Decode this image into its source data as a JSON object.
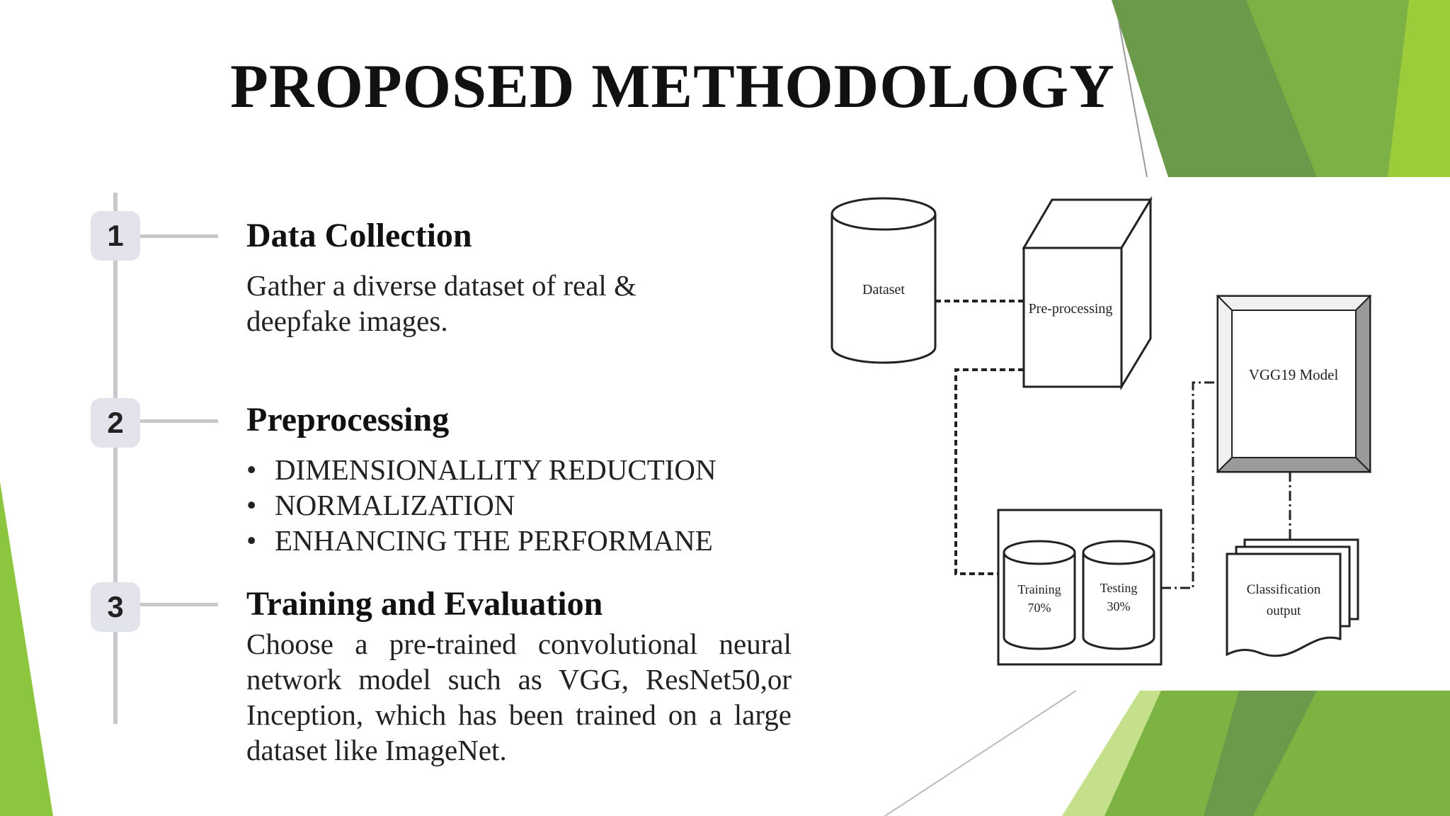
{
  "slide": {
    "title": "PROPOSED METHODOLOGY"
  },
  "steps": [
    {
      "number": "1",
      "title": "Data Collection",
      "description": "Gather a diverse dataset of real & deepfake images."
    },
    {
      "number": "2",
      "title": "Preprocessing",
      "bullets": [
        "DIMENSIONALLITY REDUCTION",
        "NORMALIZATION",
        "ENHANCING THE PERFORMANE"
      ]
    },
    {
      "number": "3",
      "title": "Training and Evaluation",
      "description": "Choose a pre-trained convolutional neural network model such as VGG, ResNet50,or Inception, which has been trained on a large dataset like ImageNet."
    }
  ],
  "diagram": {
    "dataset": "Dataset",
    "preprocessing": "Pre-processing",
    "model": "VGG19 Model",
    "training_line1": "Training",
    "training_line2": "70%",
    "testing_line1": "Testing",
    "testing_line2": "30%",
    "output_line1": "Classification",
    "output_line2": "output"
  },
  "colors": {
    "accent_green_dark": "#6a9a4a",
    "accent_green": "#7cb342",
    "accent_green_light": "#9ccc3a"
  }
}
